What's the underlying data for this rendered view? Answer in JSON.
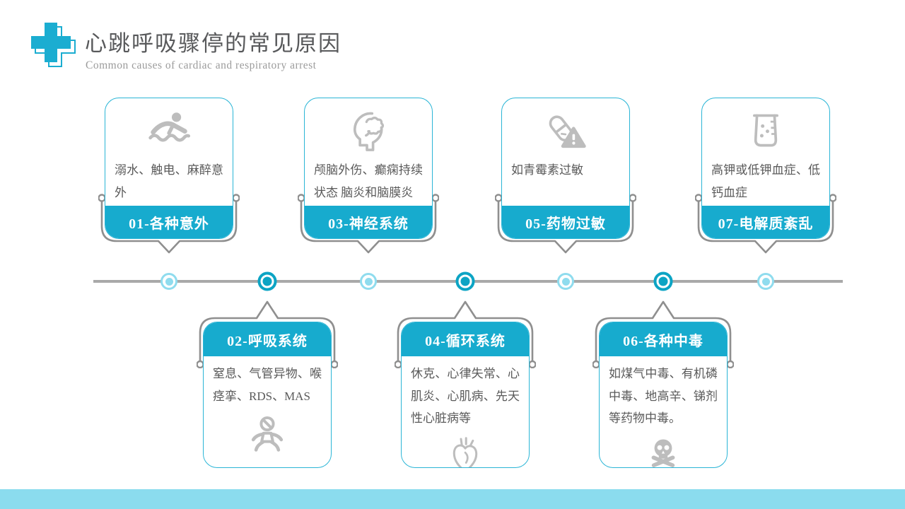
{
  "header": {
    "title": "心跳呼吸骤停的常见原因",
    "subtitle": "Common causes of cardiac and respiratory arrest",
    "logo_icon": "medical-cross-icon"
  },
  "colors": {
    "accent_teal": "#17abce",
    "card_border": "#2ab5d6",
    "dot_dark": "#0ca4c4",
    "dot_light": "#8fdcee",
    "timeline_gray": "#a9a9a9",
    "bracket_gray": "#8f8f8f",
    "icon_gray": "#bdbdbd",
    "body_text": "#5a5a5a",
    "footer_bar": "#8bdcee"
  },
  "cards": [
    {
      "banner": "01-各种意外",
      "body": "溺水、触电、麻醉意外",
      "icon": "swimmer-icon",
      "position": "top"
    },
    {
      "banner": "02-呼吸系统",
      "body": "窒息、气管异物、喉痉挛、RDS、MAS",
      "icon": "baby-icon",
      "position": "bottom"
    },
    {
      "banner": "03-神经系统",
      "body": "颅脑外伤、癫痫持续状态 脑炎和脑膜炎",
      "icon": "brain-head-icon",
      "position": "top"
    },
    {
      "banner": "04-循环系统",
      "body": "休克、心律失常、心肌炎、心肌病、先天性心脏病等",
      "icon": "anatomical-heart-icon",
      "position": "bottom"
    },
    {
      "banner": "05-药物过敏",
      "body": "如青霉素过敏",
      "icon": "pill-warning-icon",
      "position": "top"
    },
    {
      "banner": "06-各种中毒",
      "body": "如煤气中毒、有机磷中毒、地高辛、锑剂等药物中毒。",
      "icon": "skull-crossbones-icon",
      "position": "bottom"
    },
    {
      "banner": "07-电解质紊乱",
      "body": "高钾或低钾血症、低钙血症",
      "icon": "beaker-icon",
      "position": "top"
    }
  ],
  "timeline": {
    "dots": [
      {
        "variant": "light"
      },
      {
        "variant": "dark"
      },
      {
        "variant": "light"
      },
      {
        "variant": "dark"
      },
      {
        "variant": "light"
      },
      {
        "variant": "dark"
      },
      {
        "variant": "light"
      }
    ]
  }
}
